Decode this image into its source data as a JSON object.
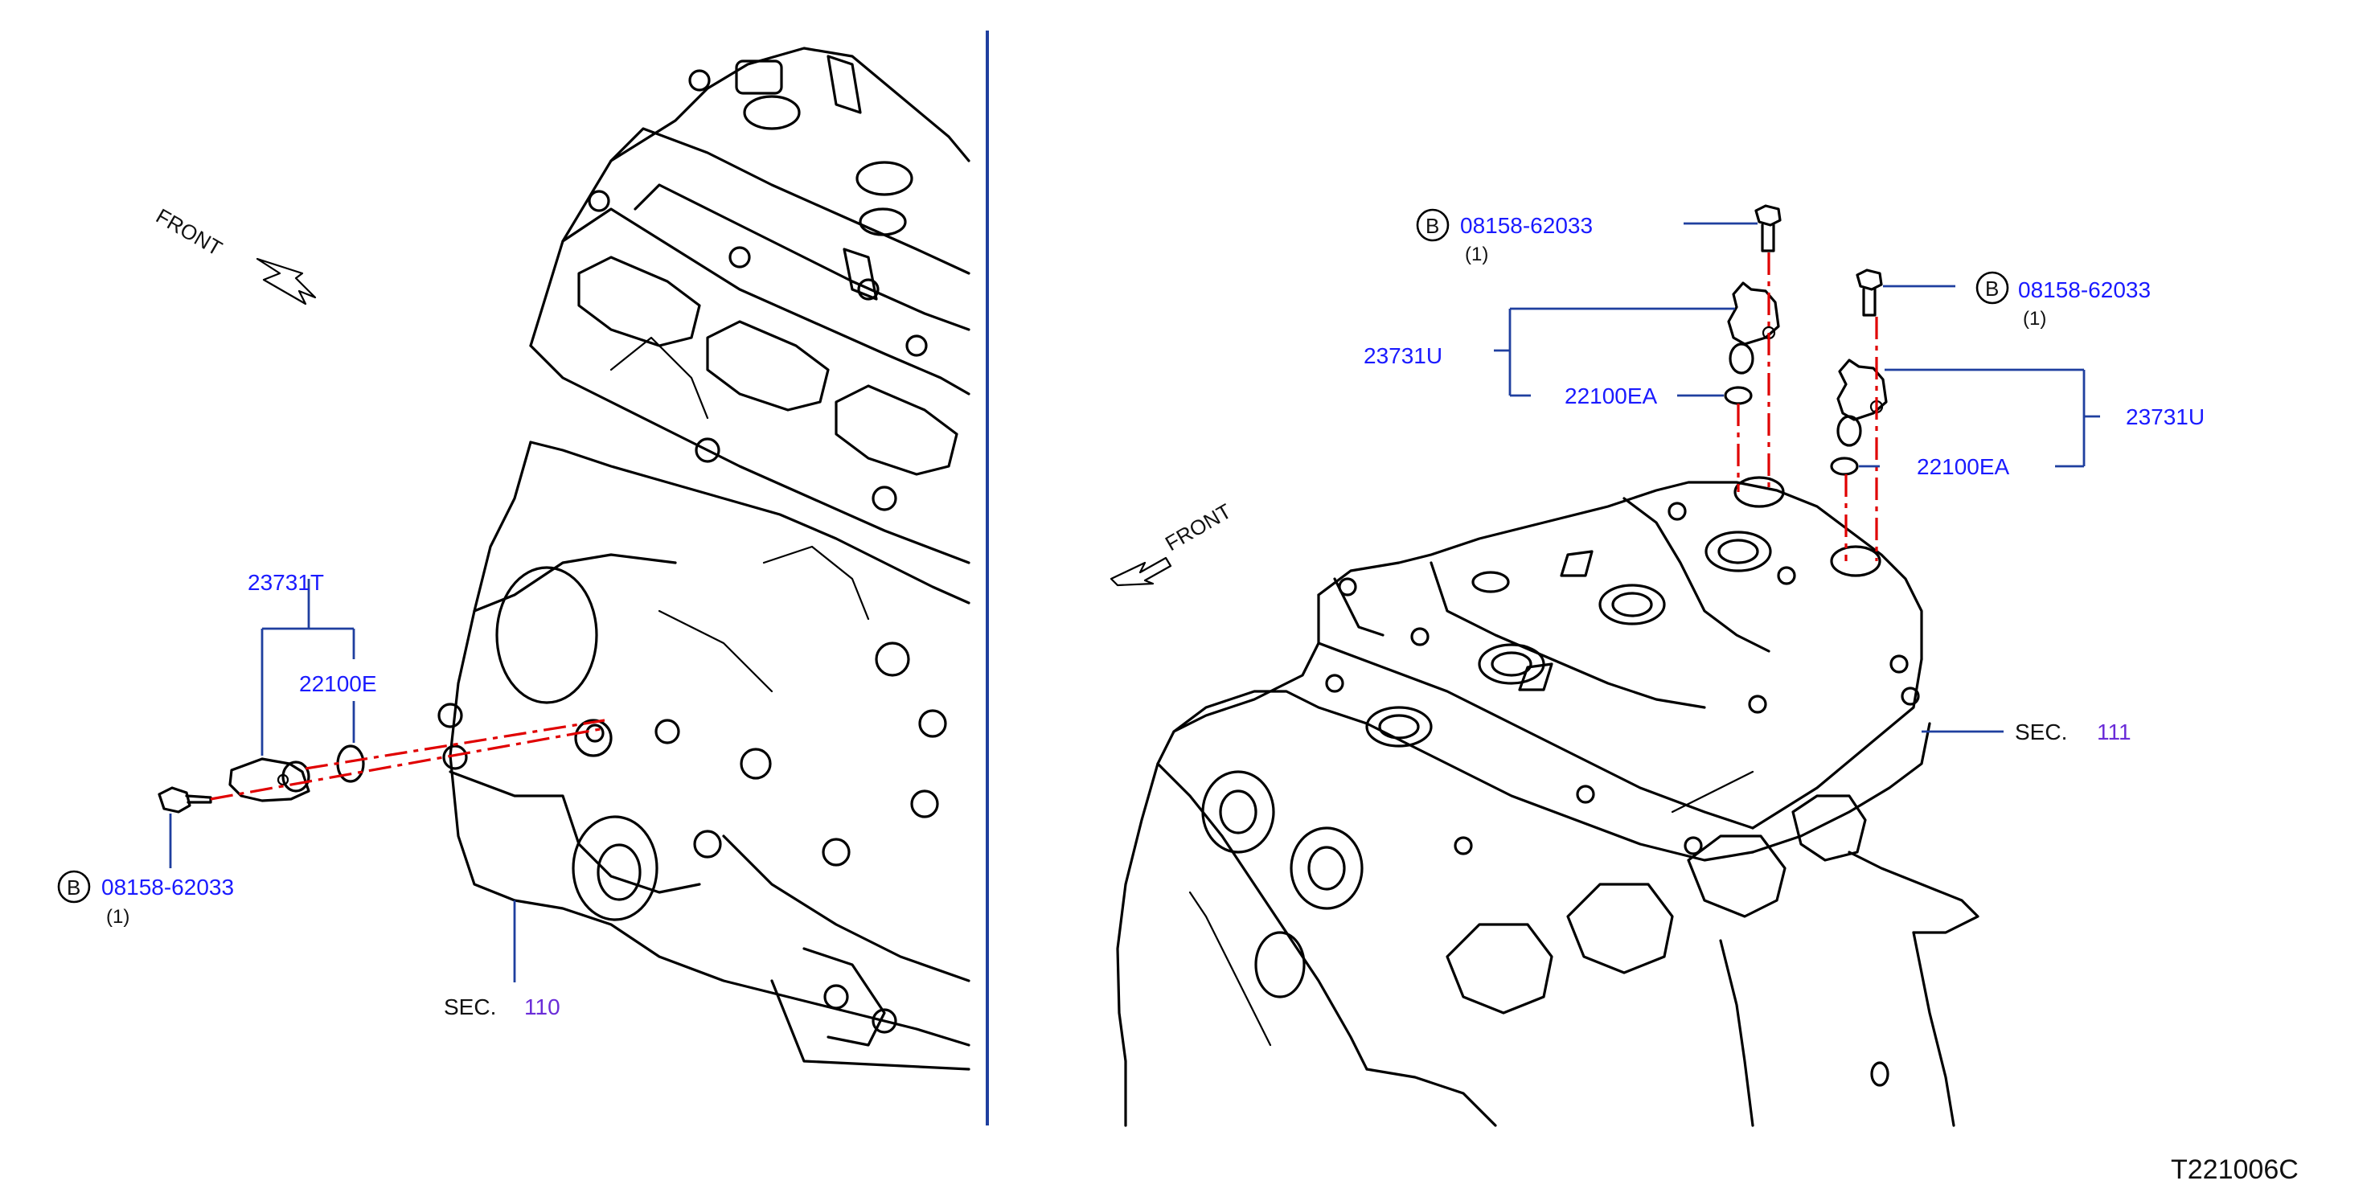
{
  "diagram_code": "T221006C",
  "left_view": {
    "front_label": "FRONT",
    "sensor_part": "23731T",
    "oring_part": "22100E",
    "bolt": {
      "circle_letter": "B",
      "part": "08158-62033",
      "qty": "(1)"
    },
    "section": {
      "prefix": "SEC.",
      "number": "110"
    }
  },
  "right_view": {
    "front_label": "FRONT",
    "bolt_left": {
      "circle_letter": "B",
      "part": "08158-62033",
      "qty": "(1)"
    },
    "bolt_right": {
      "circle_letter": "B",
      "part": "08158-62033",
      "qty": "(1)"
    },
    "sensor_left_part": "23731U",
    "oring_left_part": "22100EA",
    "sensor_right_part": "23731U",
    "oring_right_part": "22100EA",
    "section": {
      "prefix": "SEC.",
      "number": "111"
    }
  },
  "colors": {
    "label": "#1a1aff",
    "section_number": "#6a2cd8",
    "leader": "#1f3f9f",
    "dash": "#e00000"
  }
}
